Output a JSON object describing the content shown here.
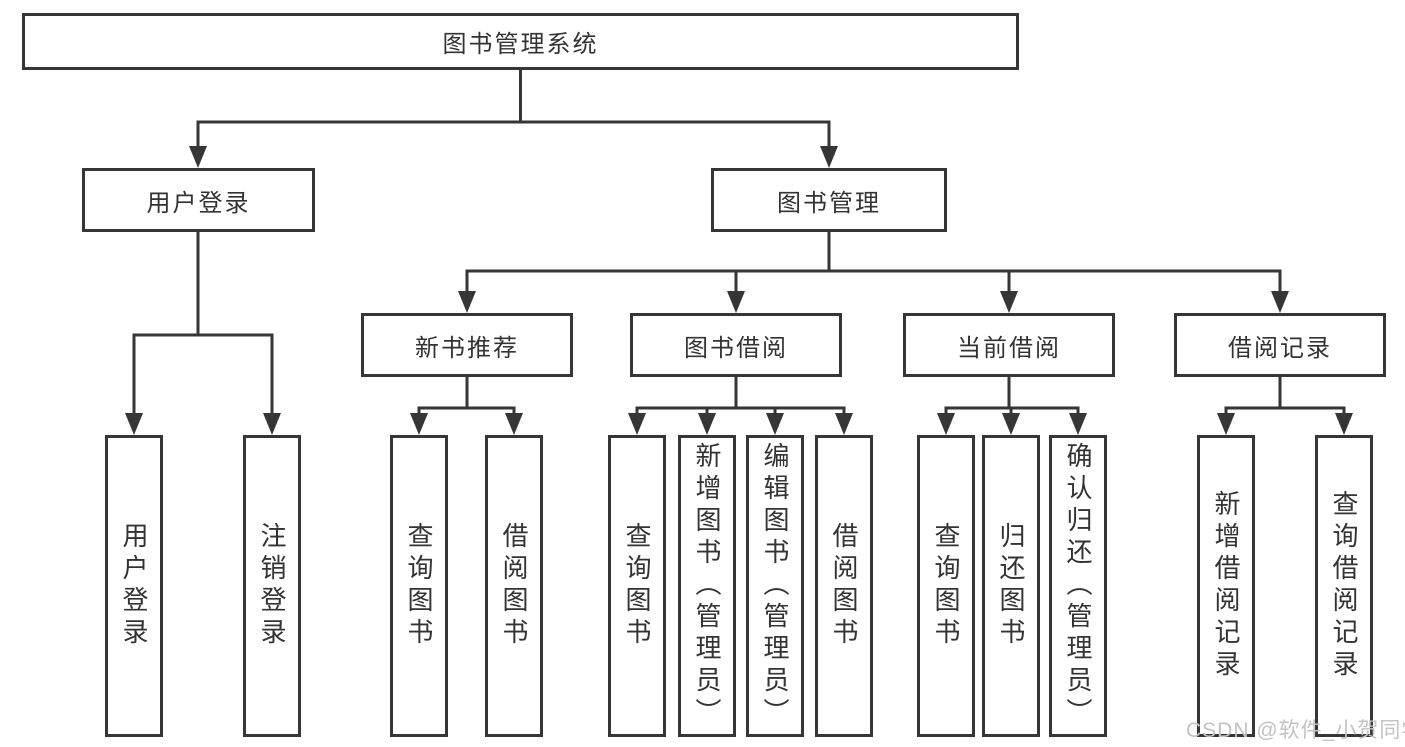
{
  "diagram": {
    "root": {
      "label": "图书管理系统"
    },
    "user_login": {
      "label": "用户登录",
      "children": {
        "login": {
          "label": "用户登录"
        },
        "logout": {
          "label": "注销登录"
        }
      }
    },
    "book_management": {
      "label": "图书管理",
      "children": {
        "new_book_recommend": {
          "label": "新书推荐",
          "children": {
            "query_books": {
              "label": "查询图书"
            },
            "borrow_books": {
              "label": "借阅图书"
            }
          }
        },
        "book_borrowing": {
          "label": "图书借阅",
          "children": {
            "query_books": {
              "label": "查询图书"
            },
            "add_books": {
              "label": "新增图书（管理员）"
            },
            "edit_books": {
              "label": "编辑图书（管理员）"
            },
            "borrow_books": {
              "label": "借阅图书"
            }
          }
        },
        "current_borrowing": {
          "label": "当前借阅",
          "children": {
            "query_books": {
              "label": "查询图书"
            },
            "return_books": {
              "label": "归还图书"
            },
            "confirm_return": {
              "label": "确认归还（管理员）"
            }
          }
        },
        "borrowing_records": {
          "label": "借阅记录",
          "children": {
            "add_record": {
              "label": "新增借阅记录"
            },
            "query_record": {
              "label": "查询借阅记录"
            }
          }
        }
      }
    }
  },
  "watermark": {
    "text": "CSDN @软件_小贺同学"
  },
  "colors": {
    "line": "#363636",
    "box_border": "#363636",
    "text": "#333333",
    "watermark": "#c3c3c3",
    "background": "#ffffff"
  }
}
